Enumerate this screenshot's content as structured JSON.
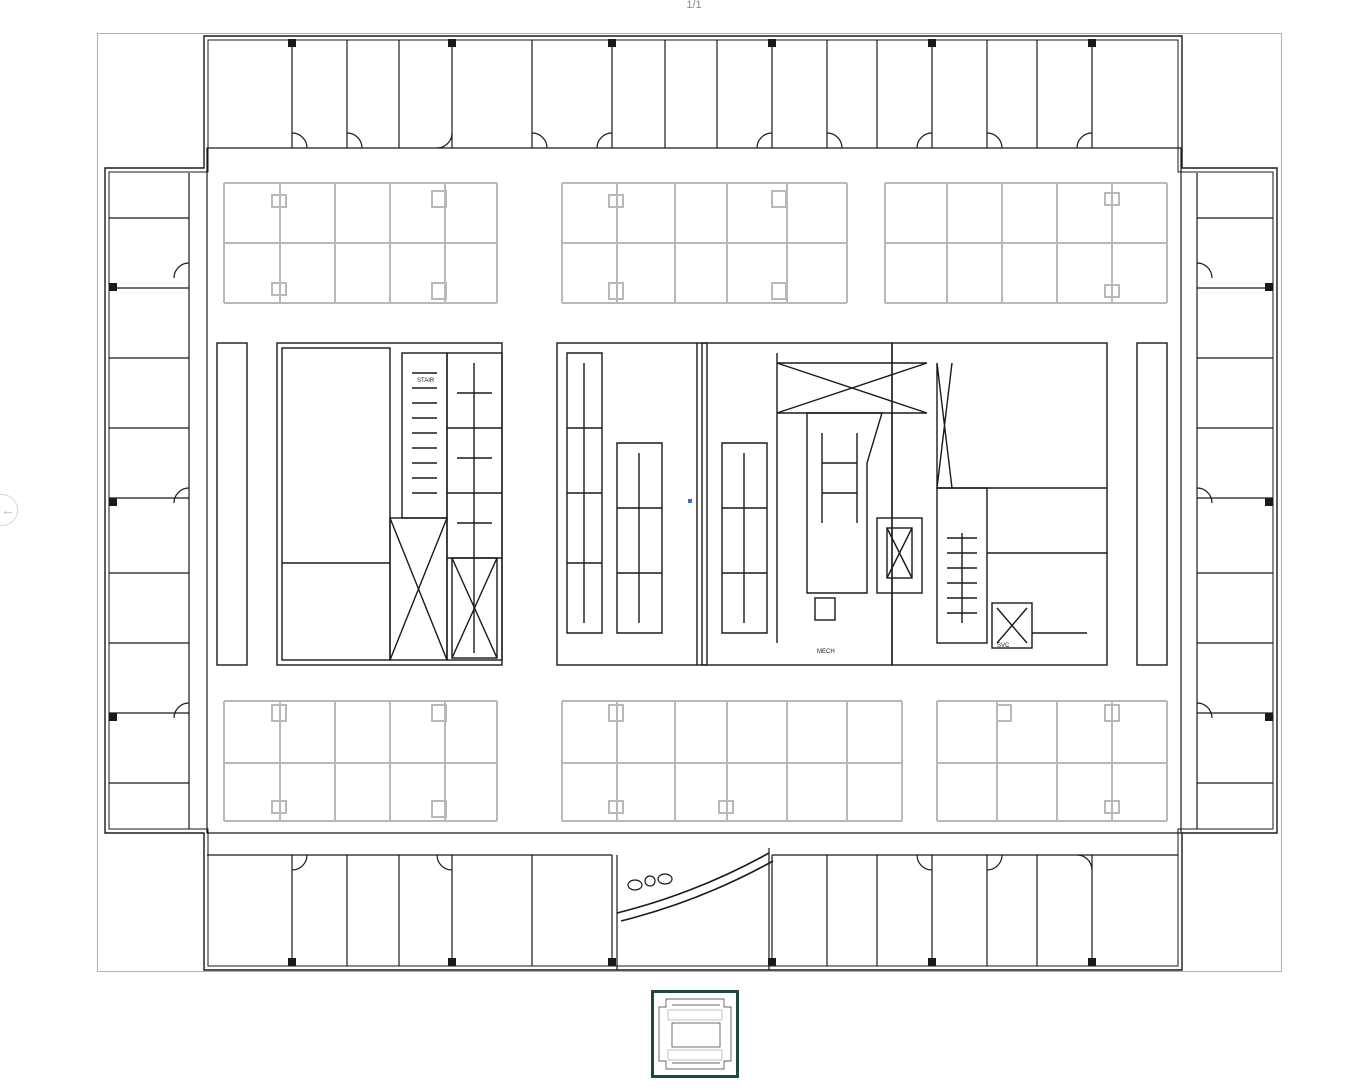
{
  "viewer": {
    "page_counter": "1/1",
    "prev_icon": "arrow-left-icon"
  },
  "plan": {
    "labels": {
      "stair": "STAIR",
      "mech": "MECH",
      "svc": "SVC"
    }
  },
  "colors": {
    "frame_border": "#9fb6cf",
    "wall": "#1a1a1a",
    "furniture": "#b9b9b9",
    "thumb_border": "#1d4a3c"
  }
}
